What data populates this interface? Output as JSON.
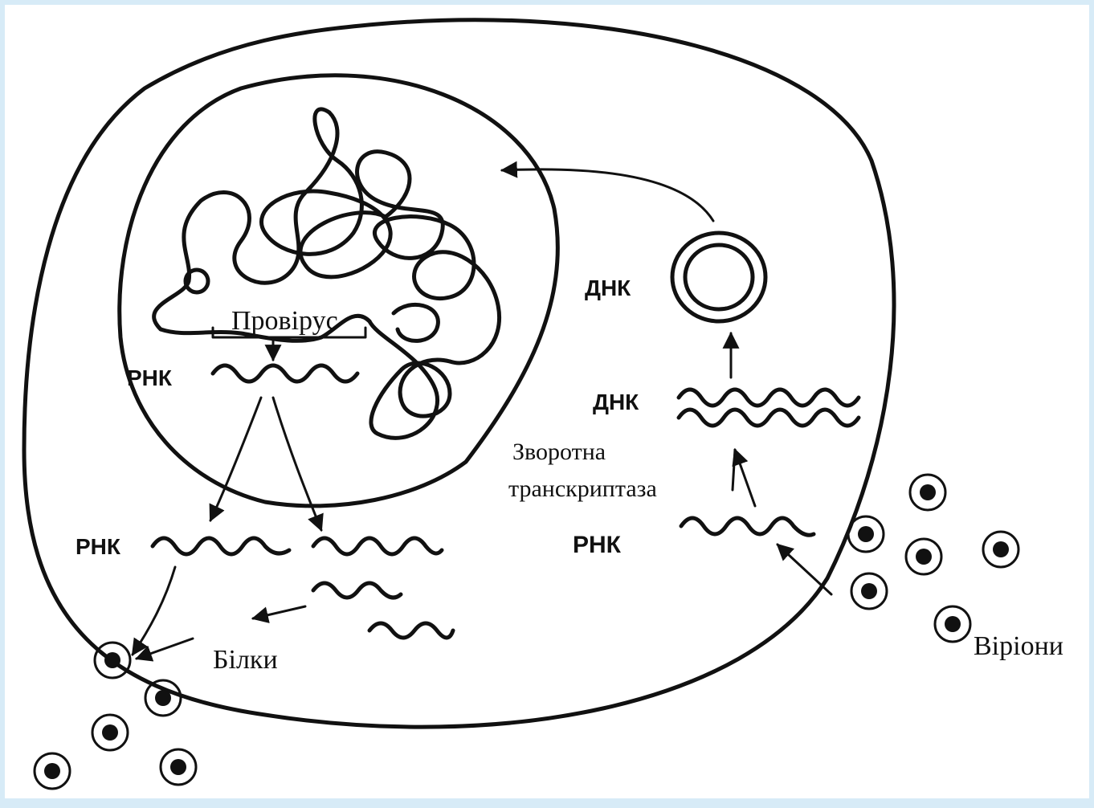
{
  "colors": {
    "background": "#d7ebf7",
    "paper": "#ffffff",
    "ink": "#111111"
  },
  "labels": {
    "provirus": "Провірус",
    "rna_nucleus": "РНК",
    "rna_cytoplasm": "РНК",
    "rna_entry": "РНК",
    "dna_double": "ДНК",
    "dna_circular": "ДНК",
    "reverse_transcriptase_line1": "Зворотна",
    "reverse_transcriptase_line2": "транскриптаза",
    "proteins": "Білки",
    "virions": "Віріони"
  }
}
